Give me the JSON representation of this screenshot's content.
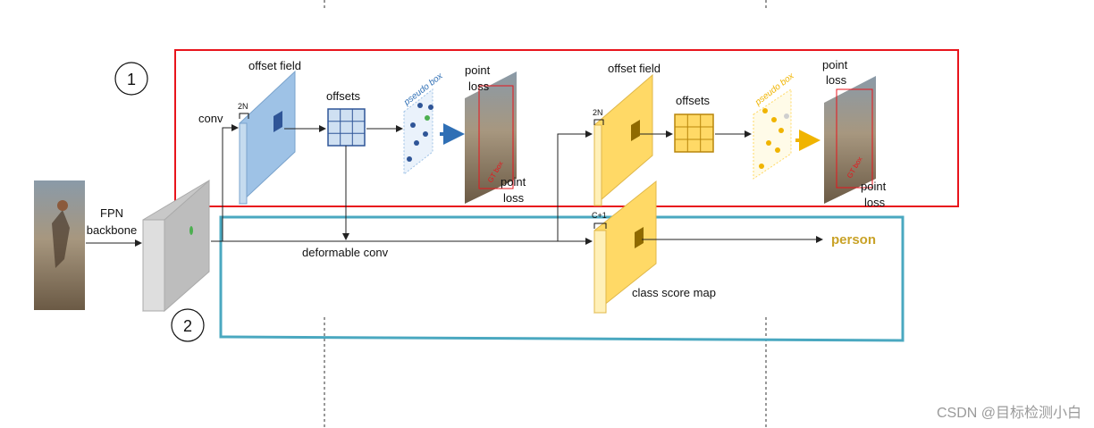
{
  "circle_labels": {
    "top": "1",
    "bottom": "2"
  },
  "labels": {
    "fpn": "FPN",
    "backbone": "backbone",
    "conv": "conv",
    "offset_field_1": "offset field",
    "offset_field_2": "offset field",
    "channels_2n_1": "2N",
    "channels_2n_2": "2N",
    "channels_c1": "C+1",
    "offsets_1": "offsets",
    "offsets_2": "offsets",
    "pseudo_box_1": "pseudo box",
    "pseudo_box_2": "pseudo box",
    "gt_box_1": "GT box",
    "gt_box_2": "GT box",
    "point_1a": "point",
    "loss_1a": "loss",
    "point_1b": "point",
    "loss_1b": "loss",
    "point_2a": "point",
    "loss_2a": "loss",
    "point_2b": "point",
    "loss_2b": "loss",
    "deformable_conv": "deformable conv",
    "class_score_map": "class score map",
    "person": "person"
  },
  "watermark": "CSDN @目标检测小白",
  "colors": {
    "red_box": "#e8141c",
    "teal_box": "#4aa8c0",
    "blue_field": "#9ec2e6",
    "yellow_field": "#ffd966",
    "gray_feature": "#c8c8c8",
    "person_text": "#c9a227",
    "arrow_blue": "#2f6fb5",
    "arrow_yellow": "#f0b400"
  }
}
